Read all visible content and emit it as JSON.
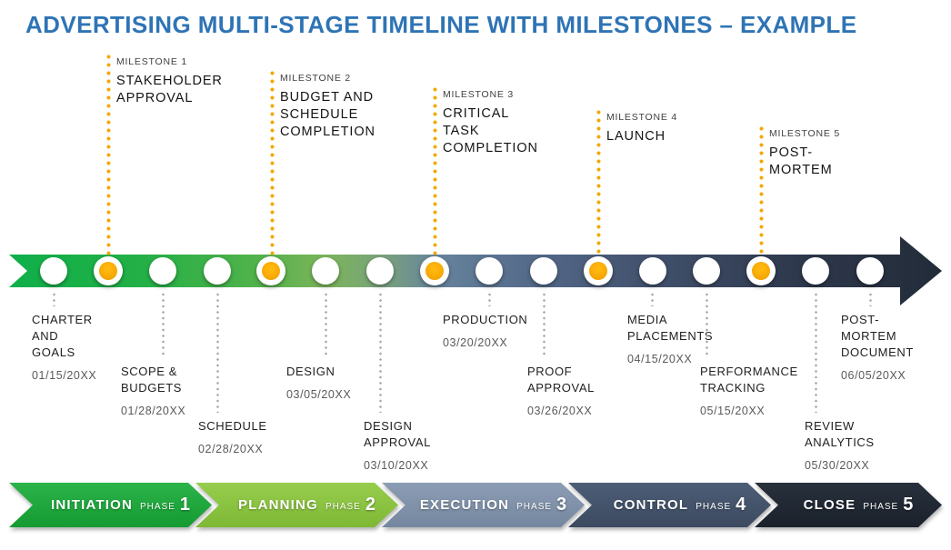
{
  "title": "ADVERTISING MULTI-STAGE TIMELINE WITH MILESTONES – EXAMPLE",
  "milestones": [
    {
      "label": "MILESTONE 1",
      "name": "STAKEHOLDER APPROVAL"
    },
    {
      "label": "MILESTONE 2",
      "name": "BUDGET AND SCHEDULE COMPLETION"
    },
    {
      "label": "MILESTONE 3",
      "name": "CRITICAL TASK COMPLETION"
    },
    {
      "label": "MILESTONE 4",
      "name": "LAUNCH"
    },
    {
      "label": "MILESTONE 5",
      "name": "POST-MORTEM"
    }
  ],
  "tasks": [
    {
      "name": "CHARTER AND GOALS",
      "date": "01/15/20XX"
    },
    {
      "name": "SCOPE & BUDGETS",
      "date": "01/28/20XX"
    },
    {
      "name": "SCHEDULE",
      "date": "02/28/20XX"
    },
    {
      "name": "DESIGN",
      "date": "03/05/20XX"
    },
    {
      "name": "DESIGN APPROVAL",
      "date": "03/10/20XX"
    },
    {
      "name": "PRODUCTION",
      "date": "03/20/20XX"
    },
    {
      "name": "PROOF APPROVAL",
      "date": "03/26/20XX"
    },
    {
      "name": "MEDIA PLACEMENTS",
      "date": "04/15/20XX"
    },
    {
      "name": "PERFORMANCE TRACKING",
      "date": "05/15/20XX"
    },
    {
      "name": "REVIEW ANALYTICS",
      "date": "05/30/20XX"
    },
    {
      "name": "POST-MORTEM DOCUMENT",
      "date": "06/05/20XX"
    }
  ],
  "phases": [
    {
      "name": "INITIATION",
      "phase_word": "PHASE",
      "number": "1",
      "color_top": "#2BB44A",
      "color_bottom": "#149A30"
    },
    {
      "name": "PLANNING",
      "phase_word": "PHASE",
      "number": "2",
      "color_top": "#97CD4D",
      "color_bottom": "#7EB835"
    },
    {
      "name": "EXECUTION",
      "phase_word": "PHASE",
      "number": "3",
      "color_top": "#8B9CB4",
      "color_bottom": "#75879F"
    },
    {
      "name": "CONTROL",
      "phase_word": "PHASE",
      "number": "4",
      "color_top": "#4C5D76",
      "color_bottom": "#3C4A60"
    },
    {
      "name": "CLOSE",
      "phase_word": "PHASE",
      "number": "5",
      "color_top": "#28303C",
      "color_bottom": "#1A212B"
    }
  ],
  "colors": {
    "title": "#2E74B5",
    "milestone_accent": "#F5A606",
    "task_connector": "#A8A8A8",
    "timeline_gradient": [
      "#0FAF4A",
      "#22B047",
      "#4FB24A",
      "#7BB45A",
      "#7AA37C",
      "#66839D",
      "#516585",
      "#404F6A",
      "#2E394D",
      "#222B38"
    ]
  }
}
